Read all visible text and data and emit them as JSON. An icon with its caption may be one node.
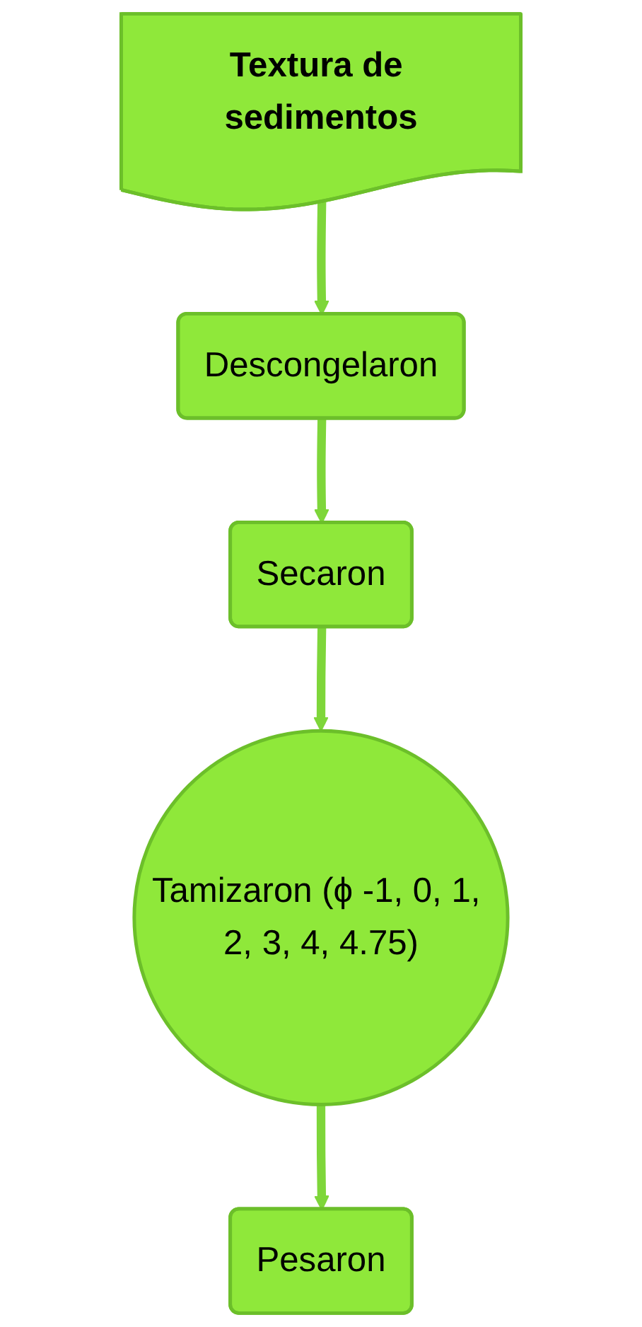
{
  "diagram": {
    "nodes": [
      {
        "text": [
          "Textura de sedimentos"
        ]
      },
      {
        "text": [
          "Descongelaron"
        ]
      },
      {
        "text": [
          "Secaron"
        ]
      },
      {
        "text": [
          "Tamizaron (ϕ -1, 0, 1, 2, 3, 4, 4.75)"
        ]
      },
      {
        "text": [
          "Pesaron"
        ]
      }
    ],
    "edges": [
      {
        "from": 0,
        "to": 1,
        "arrow": "to"
      },
      {
        "from": 1,
        "to": 2,
        "arrow": "to"
      },
      {
        "from": 2,
        "to": 3,
        "arrow": "to"
      },
      {
        "from": 3,
        "to": 4,
        "arrow": "to"
      }
    ]
  }
}
